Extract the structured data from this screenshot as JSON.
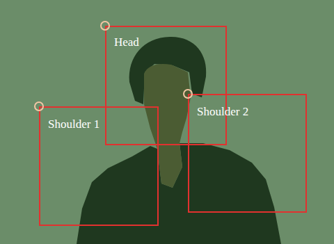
{
  "diagram": {
    "nodes": [
      {
        "text": [
          "Head"
        ]
      },
      {
        "text": [
          "Shoulder 1"
        ]
      },
      {
        "text": [
          "Shoulder 2"
        ]
      }
    ]
  }
}
